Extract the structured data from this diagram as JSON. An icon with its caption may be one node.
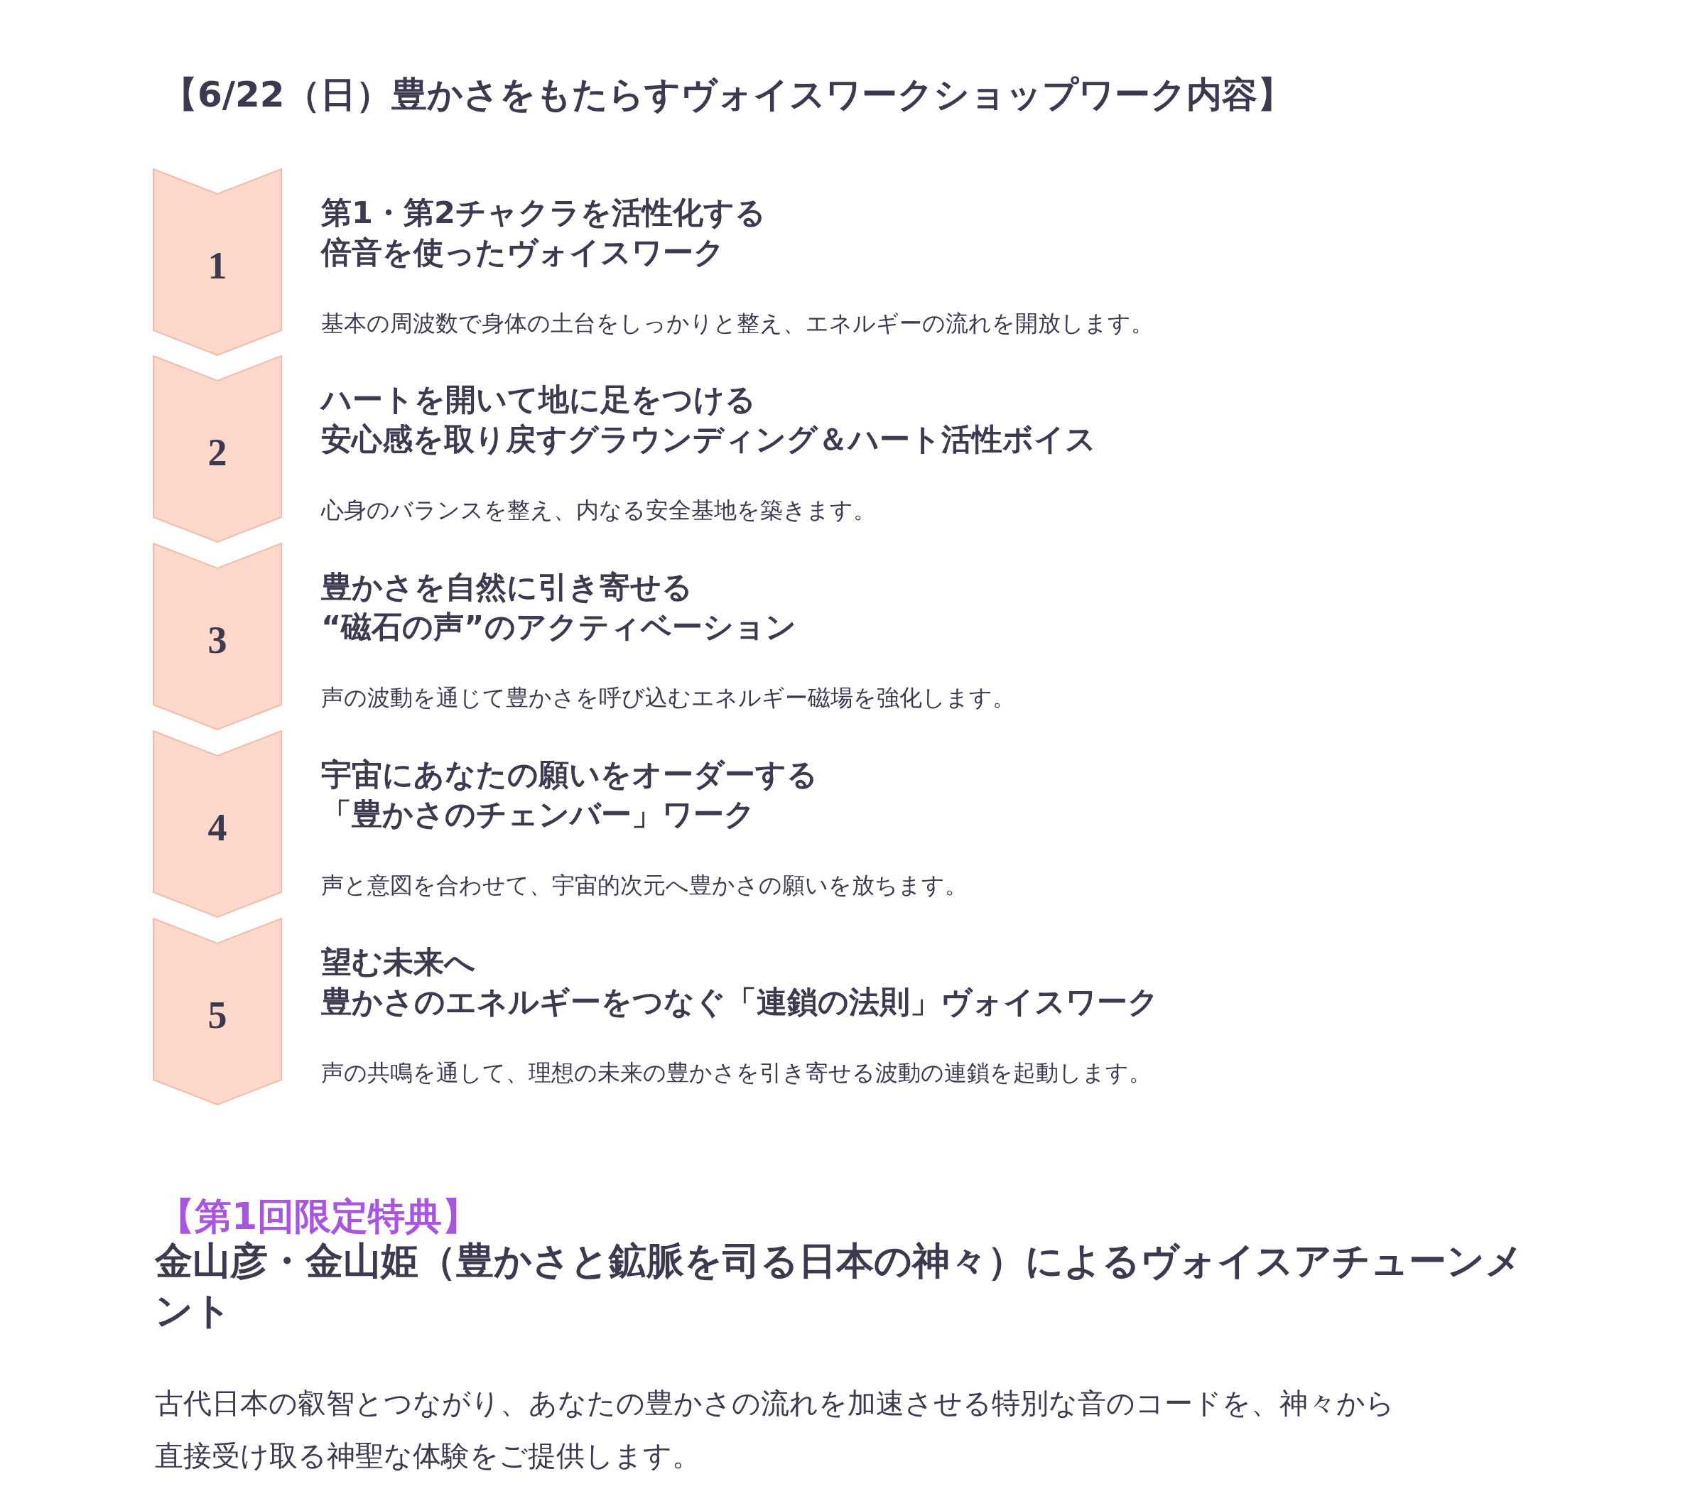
{
  "diagram": {
    "title": "【6/22（日）豊かさをもたらすヴォイスワークショップワーク内容】",
    "nodes": [
      {
        "text": [
          "1"
        ],
        "beside": [
          "第1・第2チャクラを活性化する倍音を使ったヴォイスワーク",
          "基本の周波数で身体の土台をしっかりと整え、エネルギーの流れを開放します。"
        ]
      },
      {
        "text": [
          "2"
        ],
        "beside": [
          "ハートを開いて地に足をつける安心感を取り戻すグラウンディング＆ハート活性ボイス",
          "心身のバランスを整え、内なる安全基地を築きます。"
        ]
      },
      {
        "text": [
          "3"
        ],
        "beside": [
          "豊かさを自然に引き寄せる“磁石の声”のアクティベーション",
          "声の波動を通じて豊かさを呼び込むエネルギー磁場を強化します。"
        ]
      },
      {
        "text": [
          "4"
        ],
        "beside": [
          "宇宙にあなたの願いをオーダーする「豊かさのチェンバー」ワーク",
          "声と意図を合わせて、宇宙的次元へ豊かさの願いを放ちます。"
        ]
      },
      {
        "text": [
          "5"
        ],
        "beside": [
          "望む未来へ豊かさのエネルギーをつなぐ「連鎖の法則」ヴォイスワーク",
          "声の共鳴を通して、理想の未来の豊かさを引き寄せる波動の連鎖を起動します。"
        ]
      }
    ],
    "labels": [
      "【第1回限定特典】",
      "金山彦・金山姫（豊かさと鉱脈を司る日本の神々）によるヴォイスアチューンメント",
      "古代日本の叡智とつながり、あなたの豊かさの流れを加速させる特別な音のコードを、神々から直接受け取る神聖な体験をご提供します。"
    ]
  }
}
